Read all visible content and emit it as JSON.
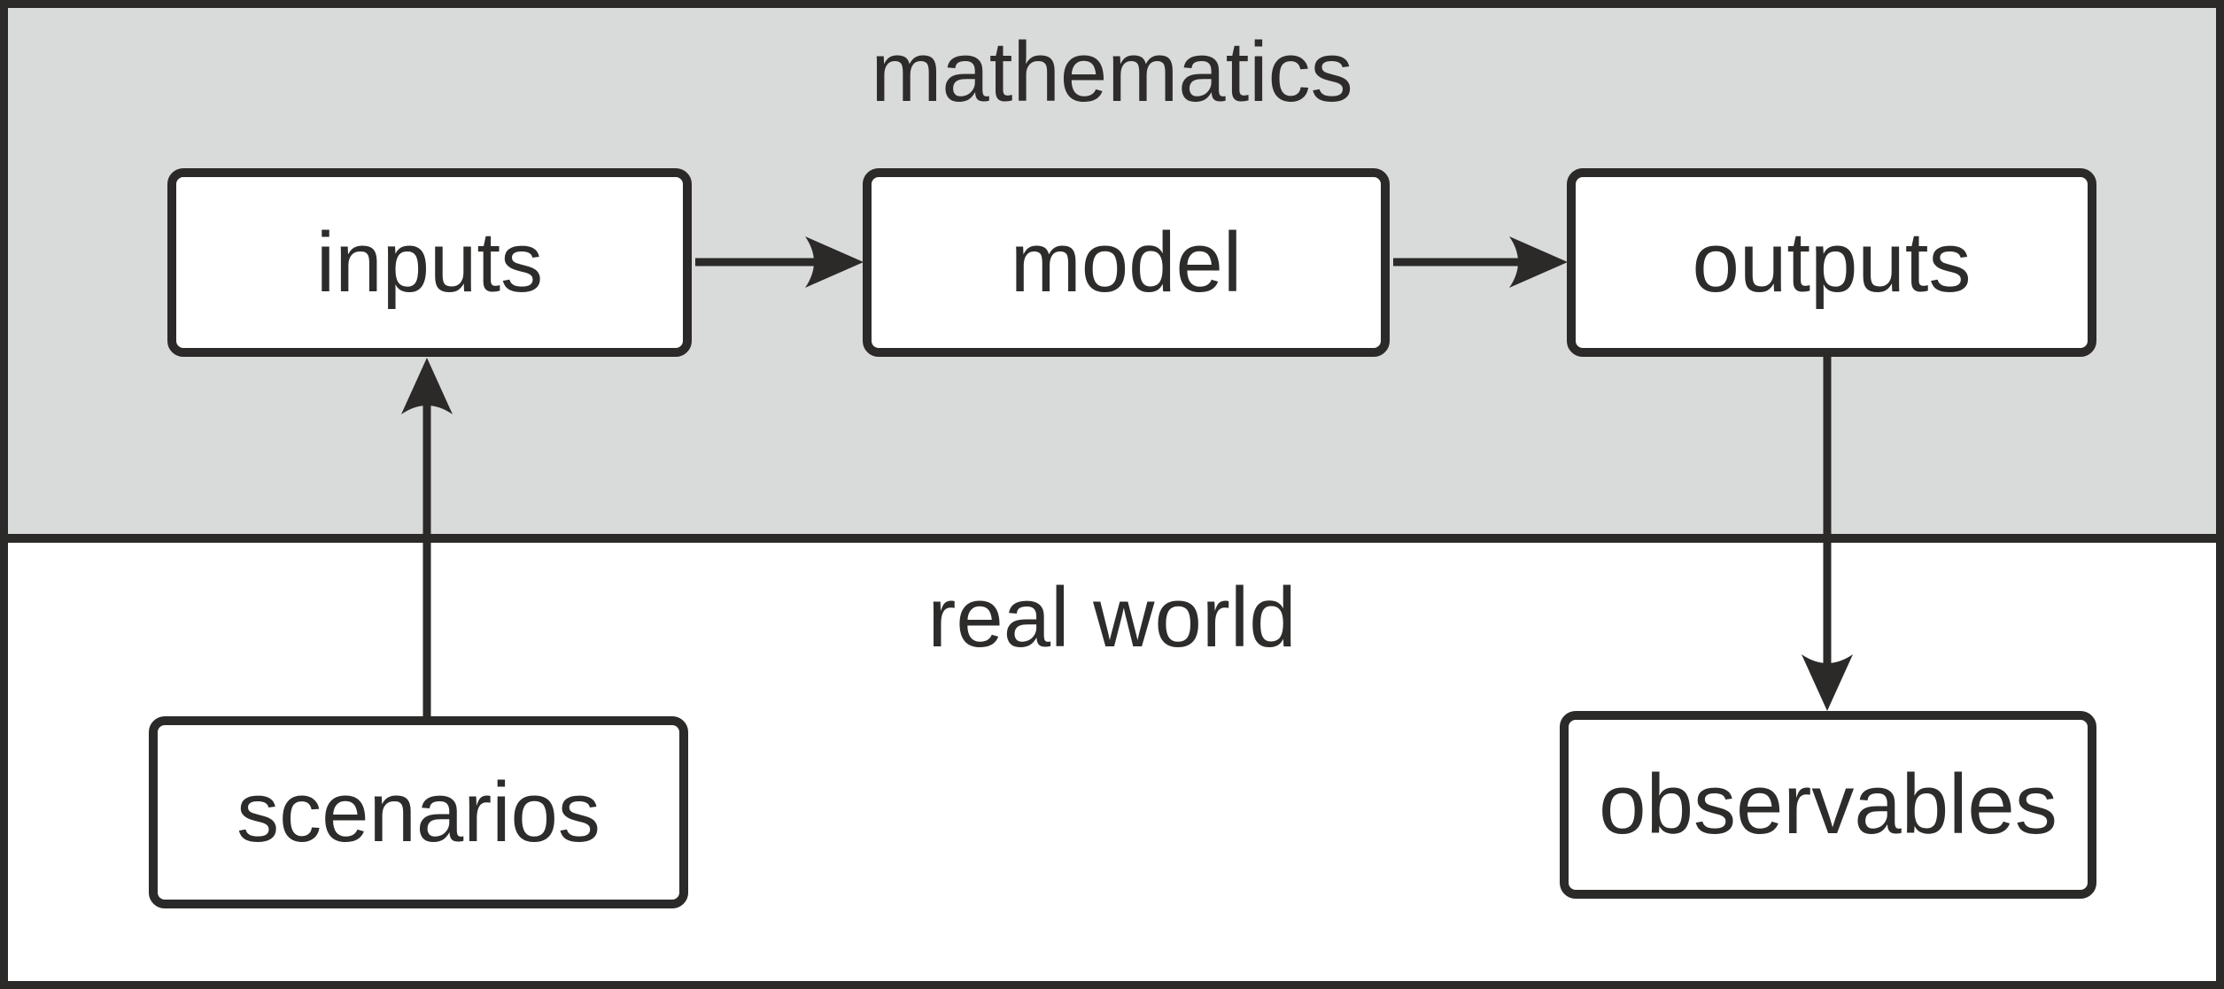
{
  "diagram": {
    "regions": [
      {
        "id": "mathematics",
        "label": "mathematics"
      },
      {
        "id": "real-world",
        "label": "real world"
      }
    ],
    "nodes": [
      {
        "id": "inputs",
        "label": "inputs",
        "region": "mathematics"
      },
      {
        "id": "model",
        "label": "model",
        "region": "mathematics"
      },
      {
        "id": "outputs",
        "label": "outputs",
        "region": "mathematics"
      },
      {
        "id": "scenarios",
        "label": "scenarios",
        "region": "real-world"
      },
      {
        "id": "observables",
        "label": "observables",
        "region": "real-world"
      }
    ],
    "edges": [
      {
        "from": "inputs",
        "to": "model"
      },
      {
        "from": "model",
        "to": "outputs"
      },
      {
        "from": "scenarios",
        "to": "inputs"
      },
      {
        "from": "outputs",
        "to": "observables"
      }
    ],
    "colors": {
      "region_fill": "#d9dada",
      "line": "#2b2a29",
      "node_fill": "#ffffff",
      "text": "#2d2c2b",
      "background": "#ffffff"
    }
  }
}
